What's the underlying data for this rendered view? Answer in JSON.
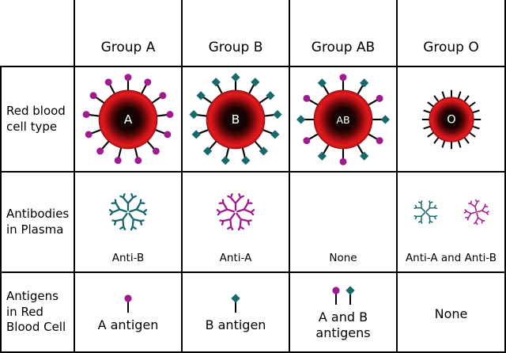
{
  "table": {
    "row_headers": [
      "Red blood cell type",
      "Antibodies in Plasma",
      "Antigens in Red Blood Cell"
    ]
  },
  "groups": [
    {
      "header": "Group A",
      "cell_letter": "A",
      "antigens": [
        "A"
      ],
      "antibodies": [
        "B"
      ],
      "antibody_label": "Anti-B",
      "antigen_label": "A antigen"
    },
    {
      "header": "Group B",
      "cell_letter": "B",
      "antigens": [
        "B"
      ],
      "antibodies": [
        "A"
      ],
      "antibody_label": "Anti-A",
      "antigen_label": "B antigen"
    },
    {
      "header": "Group AB",
      "cell_letter": "AB",
      "antigens": [
        "A",
        "B"
      ],
      "antibodies": [],
      "antibody_label": "None",
      "antigen_label": "A and B antigens"
    },
    {
      "header": "Group O",
      "cell_letter": "O",
      "antigens": [],
      "antibodies": [
        "B",
        "A"
      ],
      "antibody_label": "Anti-A and Anti-B",
      "antigen_label": "None"
    }
  ],
  "colors": {
    "antigen_a": "#a21a8f",
    "antigen_b": "#17696b",
    "cell_red": "#e31b1d",
    "cell_red_dark": "#bc1117",
    "spike": "#000000",
    "cell_letter": "#ffffff"
  }
}
